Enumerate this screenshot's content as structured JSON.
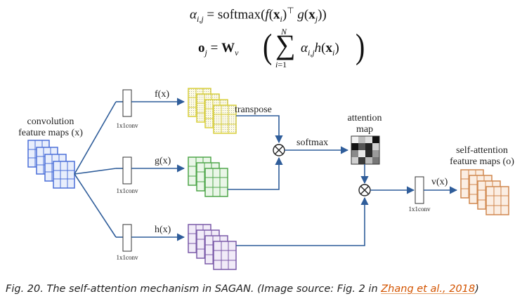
{
  "equations": {
    "eq1": "αᵢ,ⱼ = softmax(f(xᵢ)ᵀ g(xⱼ))",
    "eq2": "oⱼ = Wᵥ ( Σ αᵢ,ⱼ h(xᵢ) )"
  },
  "diagram": {
    "input_label_line1": "convolution",
    "input_label_line2": "feature maps (x)",
    "conv_label": "1x1conv",
    "f_label": "f(x)",
    "g_label": "g(x)",
    "h_label": "h(x)",
    "v_label": "v(x)",
    "transpose_label": "transpose",
    "softmax_label": "softmax",
    "attention_label_line1": "attention",
    "attention_label_line2": "map",
    "output_label_line1": "self-attention",
    "output_label_line2": "feature maps (o)",
    "colors": {
      "input": "#4a6fd8",
      "f": "#d8cf3c",
      "g": "#4fa64a",
      "h": "#7a5aa8",
      "output": "#d0874e",
      "arrow": "#2f5d9a"
    }
  },
  "caption": {
    "text": "Fig. 20. The self-attention mechanism in SAGAN. (Image source: Fig. 2 in ",
    "link": "Zhang et al., 2018",
    "close": ")"
  }
}
